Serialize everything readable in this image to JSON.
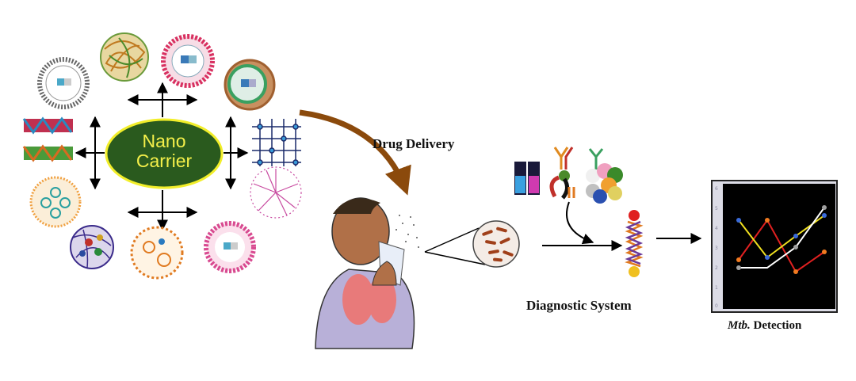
{
  "nano_carrier": {
    "line1": "Nano",
    "line2": "Carrier"
  },
  "drug_delivery_label": "Drug Delivery",
  "diagnostic_label": "Diagnostic System",
  "detection_label": {
    "italic": "Mtb.",
    "rest": " Detection"
  },
  "colors": {
    "ellipse_fill": "#2a5a1e",
    "ellipse_border": "#f2ee2a",
    "nano_text": "#f5f04a",
    "delivery_arrow": "#8b4a0c",
    "chart_bg": "#000000",
    "series_red": "#e02020",
    "series_yellow": "#f0e020",
    "series_white": "#ffffff"
  },
  "icons": [
    "liposome-icon",
    "dendrimer-icon",
    "nanotube-icon",
    "micelle-icon",
    "sneezing-patient-icon",
    "bacteria-icon",
    "antibody-icon",
    "quantum-dot-icon",
    "aptamer-probe-icon",
    "detection-chart-icon"
  ]
}
